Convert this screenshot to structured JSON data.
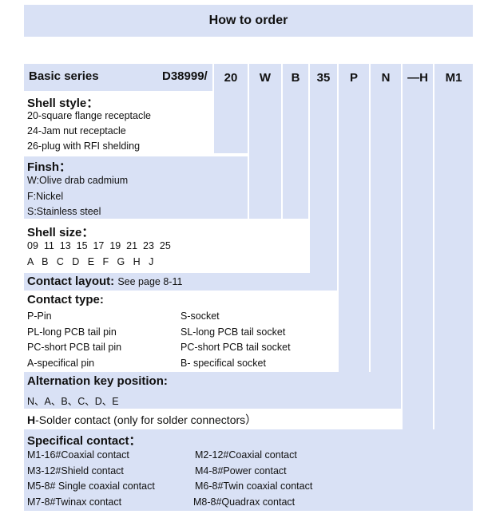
{
  "title": "How to order",
  "header": {
    "label": "Basic series",
    "prefix": "D38999/",
    "codes": [
      "20",
      "W",
      "B",
      "35",
      "P",
      "N",
      "—H",
      "M1"
    ]
  },
  "shell_style": {
    "title": "Shell style：",
    "items": [
      "20-square flange receptacle",
      "24-Jam nut receptacle",
      "26-plug with RFI shelding"
    ]
  },
  "finish": {
    "title": "Finsh：",
    "items": [
      "W:Olive drab cadmium",
      "F:Nickel",
      "S:Stainless steel"
    ]
  },
  "shell_size": {
    "title": "Shell size：",
    "numbers": "09  11  13  15  17  19  21  23  25",
    "letters": "A   B   C   D   E   F   G   H   J"
  },
  "contact_layout": {
    "title": "Contact layout: ",
    "note": "See page  8-11"
  },
  "contact_type": {
    "title": "Contact type:",
    "left": [
      "P-Pin",
      "PL-long PCB tail  pin",
      "PC-short PCB tail pin",
      "A-specifical pin"
    ],
    "right": [
      "S-socket",
      "SL-long PCB tail socket",
      "PC-short PCB tail socket",
      "B- specifical socket"
    ]
  },
  "alternation": {
    "title": "Alternation key position:",
    "items": "N、A、B、C、D、E"
  },
  "solder": {
    "prefix": "H",
    "text": "-Solder contact (only for solder connectors）"
  },
  "specifical": {
    "title": "Specifical contact：",
    "left": [
      "M1-16#Coaxial contact",
      "M3-12#Shield contact",
      "M5-8# Single coaxial contact",
      "M7-8#Twinax contact"
    ],
    "right": [
      "M2-12#Coaxial contact",
      "M4-8#Power contact",
      "M6-8#Twin coaxial contact",
      "M8-8#Quadrax contact"
    ]
  },
  "colors": {
    "band": "#d9e1f5",
    "text": "#111111"
  }
}
